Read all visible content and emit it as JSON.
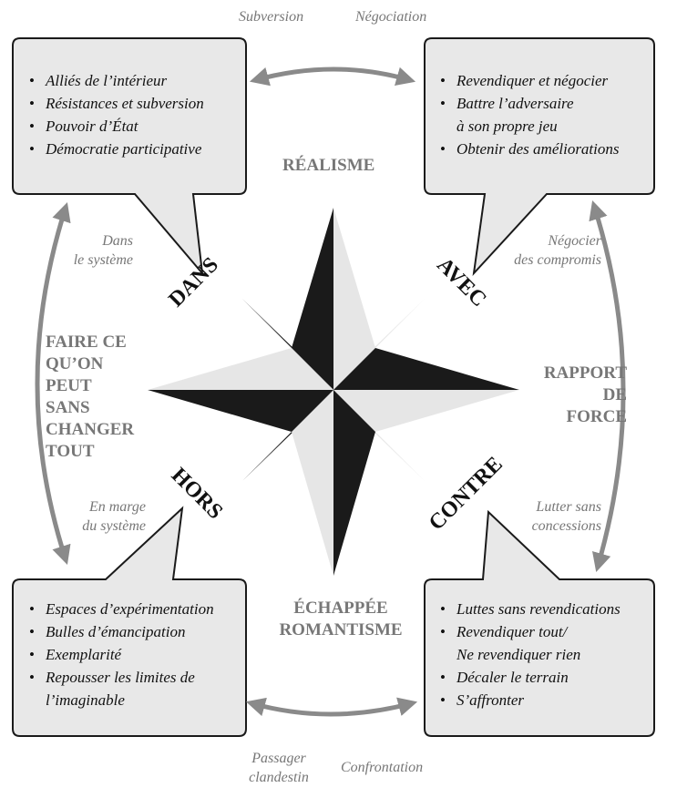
{
  "top_labels": {
    "left": "Subversion",
    "right": "Négociation"
  },
  "bottom_labels": {
    "left": [
      "Passager",
      "clandestin"
    ],
    "right": "Confrontation"
  },
  "boxes": {
    "top_left": {
      "items": [
        [
          "Alliés de l’intérieur"
        ],
        [
          "Résistances et subversion"
        ],
        [
          "Pouvoir d’État"
        ],
        [
          "Démocratie participative"
        ]
      ]
    },
    "top_right": {
      "items": [
        [
          "Revendiquer et négocier"
        ],
        [
          "Battre l’adversaire",
          "à son propre jeu"
        ],
        [
          "Obtenir des améliorations"
        ]
      ]
    },
    "bottom_left": {
      "items": [
        [
          "Espaces d’expérimentation"
        ],
        [
          "Bulles d’émancipation"
        ],
        [
          "Exemplarité"
        ],
        [
          "Repousser les limites de",
          "l’imaginable"
        ]
      ]
    },
    "bottom_right": {
      "items": [
        [
          "Luttes sans revendications"
        ],
        [
          "Revendiquer tout/",
          "Ne revendiquer rien"
        ],
        [
          "Décaler le terrain"
        ],
        [
          "S’affronter"
        ]
      ]
    }
  },
  "side_italics": {
    "top_left": [
      "Dans",
      "le système"
    ],
    "top_right": [
      "Négocier",
      "des compromis"
    ],
    "bottom_left": [
      "En marge",
      "du système"
    ],
    "bottom_right": [
      "Lutter sans",
      "concessions"
    ]
  },
  "axis_labels": {
    "top": "RÉALISME",
    "bottom": [
      "ÉCHAPPÉE",
      "ROMANTISME"
    ],
    "left": [
      "FAIRE CE",
      "QU’ON",
      "PEUT",
      "SANS",
      "CHANGER",
      "TOUT"
    ],
    "right": [
      "RAPPORT",
      "DE",
      "FORCE"
    ]
  },
  "quadrants": {
    "nw": "DANS",
    "ne": "AVEC",
    "sw": "HORS",
    "se": "CONTRE"
  },
  "colors": {
    "box_fill": "#e8e8e8",
    "arrow": "#8a8a8a",
    "star_dark": "#1a1a1a",
    "star_light": "#e6e6e6",
    "label_gray": "#777777"
  }
}
